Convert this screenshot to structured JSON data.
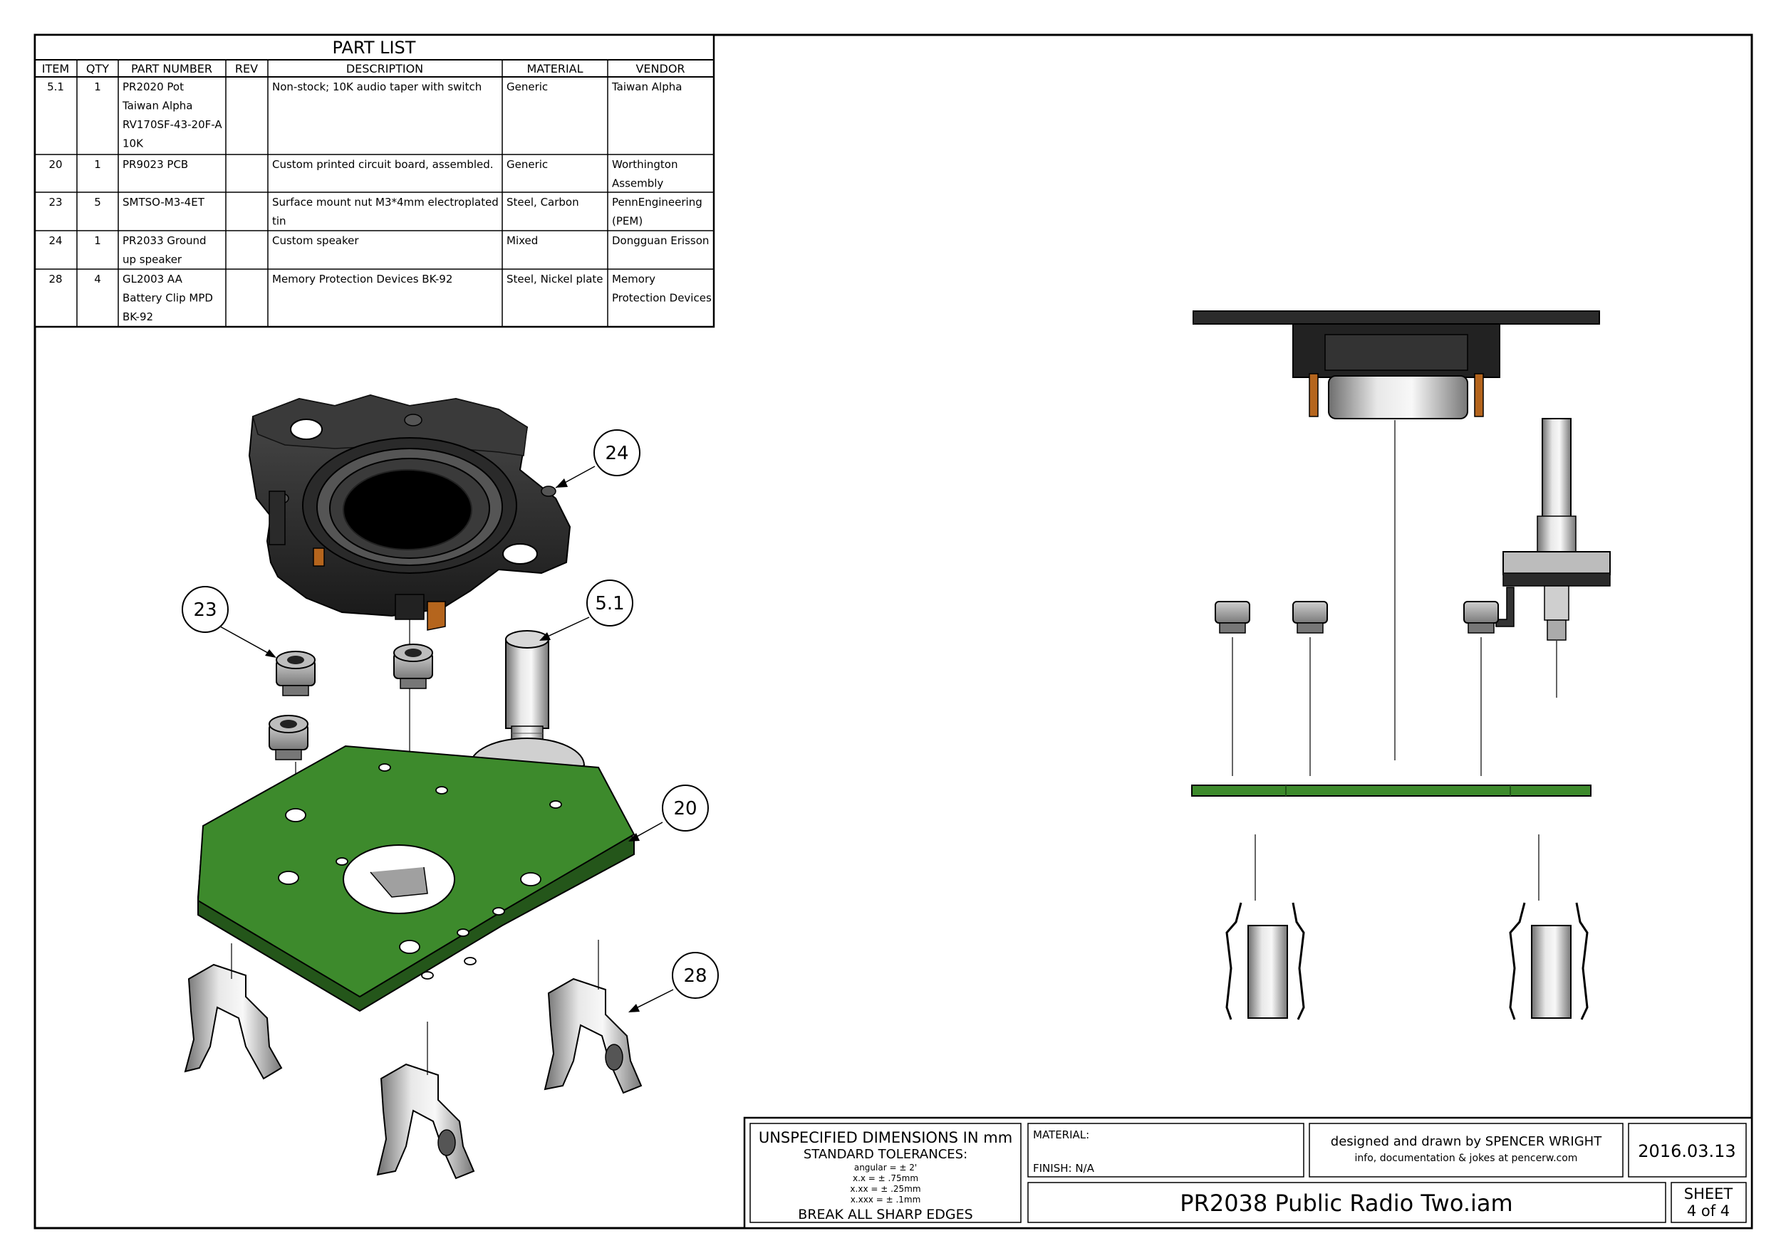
{
  "part_list": {
    "title": "PART LIST",
    "headers": [
      "ITEM",
      "QTY",
      "PART NUMBER",
      "REV",
      "DESCRIPTION",
      "MATERIAL",
      "VENDOR"
    ],
    "rows": [
      {
        "item": "5.1",
        "qty": "1",
        "part_number": [
          "PR2020 Pot",
          "Taiwan Alpha",
          "RV170SF-43-20F-A",
          "10K"
        ],
        "rev": "",
        "description": [
          "Non-stock; 10K audio taper with switch"
        ],
        "material": [
          "Generic"
        ],
        "vendor": [
          "Taiwan Alpha"
        ]
      },
      {
        "item": "20",
        "qty": "1",
        "part_number": [
          "PR9023 PCB"
        ],
        "rev": "",
        "description": [
          "Custom printed circuit board, assembled."
        ],
        "material": [
          "Generic"
        ],
        "vendor": [
          "Worthington",
          "Assembly"
        ]
      },
      {
        "item": "23",
        "qty": "5",
        "part_number": [
          "SMTSO-M3-4ET"
        ],
        "rev": "",
        "description": [
          "Surface mount nut M3*4mm electroplated",
          "tin"
        ],
        "material": [
          "Steel, Carbon"
        ],
        "vendor": [
          "PennEngineering",
          "(PEM)"
        ]
      },
      {
        "item": "24",
        "qty": "1",
        "part_number": [
          "PR2033 Ground",
          "up speaker"
        ],
        "rev": "",
        "description": [
          "Custom speaker"
        ],
        "material": [
          "Mixed"
        ],
        "vendor": [
          "Dongguan Erisson"
        ]
      },
      {
        "item": "28",
        "qty": "4",
        "part_number": [
          "GL2003 AA",
          "Battery Clip MPD",
          "BK-92"
        ],
        "rev": "",
        "description": [
          "Memory Protection Devices BK-92"
        ],
        "material": [
          "Steel, Nickel plate"
        ],
        "vendor": [
          "Memory",
          "Protection Devices"
        ]
      }
    ]
  },
  "balloons": [
    "24",
    "23",
    "5.1",
    "20",
    "28"
  ],
  "title_block": {
    "dims_line": "UNSPECIFIED DIMENSIONS IN mm",
    "tol_title": "STANDARD TOLERANCES:",
    "tol_lines": [
      "angular = ± 2'",
      "x.x = ± .75mm",
      "x.xx = ± .25mm",
      "x.xxx = ± .1mm"
    ],
    "break_edges": "BREAK ALL SHARP EDGES",
    "material_label": "MATERIAL:",
    "finish_label": "FINISH: N/A",
    "designer_line": "designed and drawn by SPENCER WRIGHT",
    "info_line": "info, documentation & jokes at pencerw.com",
    "date": "2016.03.13",
    "drawing_title": "PR2038 Public Radio Two.iam",
    "sheet_label": "SHEET",
    "sheet_number": "4 of 4"
  },
  "colors": {
    "pcb": "#3d8a2c",
    "pcb_edge": "#24561a",
    "plastic": "#2b2b2b",
    "metal": "#a0a0a0",
    "copper": "#b5651d",
    "line": "#000000"
  },
  "icons": [
    "speaker",
    "nut",
    "potentiometer",
    "pcb",
    "battery-clip"
  ]
}
